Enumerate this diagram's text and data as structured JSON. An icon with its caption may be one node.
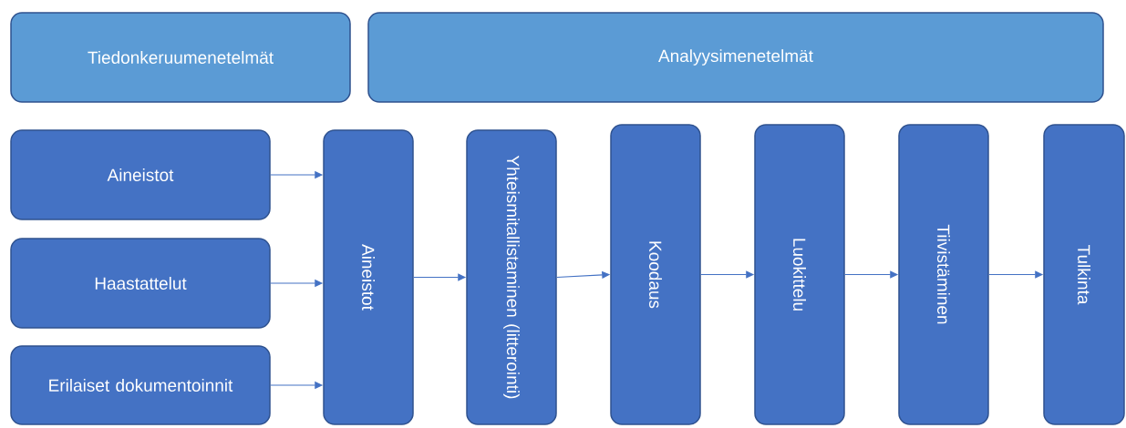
{
  "diagram": {
    "nodes": [
      {
        "text": [
          "Tiedonkeruumenetelmät"
        ]
      },
      {
        "text": [
          "Analyysimenetelmät"
        ]
      },
      {
        "text": [
          "Aineistot"
        ]
      },
      {
        "text": [
          "Haastattelut"
        ]
      },
      {
        "text": [
          "Erilaiset dokumentoinnit"
        ]
      },
      {
        "text": [
          "Aineistot"
        ]
      },
      {
        "text": [
          "Yhteismitallistaminen (litterointi)"
        ]
      },
      {
        "text": [
          "Koodaus"
        ]
      },
      {
        "text": [
          "Luokittelu"
        ]
      },
      {
        "text": [
          "Tiivistäminen"
        ]
      },
      {
        "text": [
          "Tulkinta"
        ]
      }
    ],
    "edges": [
      {
        "from": 2,
        "to": 5,
        "arrow": "to"
      },
      {
        "from": 3,
        "to": 5,
        "arrow": "to"
      },
      {
        "from": 4,
        "to": 5,
        "arrow": "to"
      },
      {
        "from": 5,
        "to": 6,
        "arrow": "to"
      },
      {
        "from": 6,
        "to": 7,
        "arrow": "to"
      },
      {
        "from": 7,
        "to": 8,
        "arrow": "to"
      },
      {
        "from": 8,
        "to": 9,
        "arrow": "to"
      },
      {
        "from": 9,
        "to": 10,
        "arrow": "to"
      }
    ]
  }
}
